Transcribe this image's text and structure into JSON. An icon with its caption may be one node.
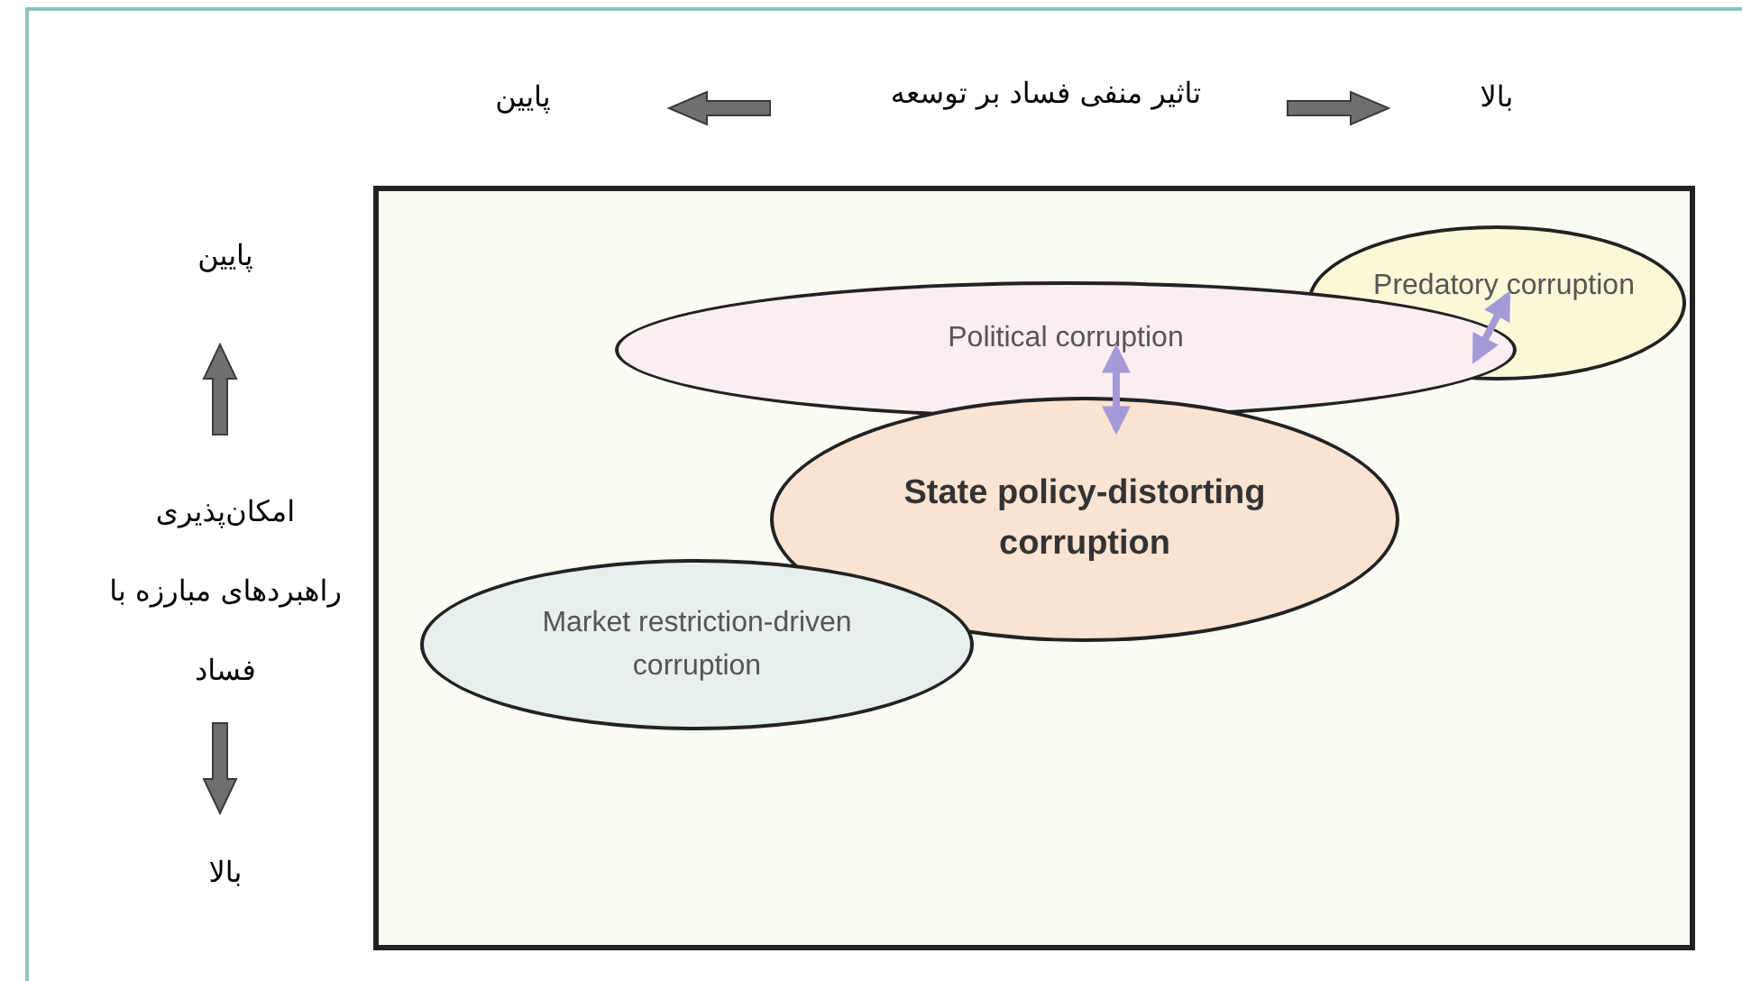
{
  "diagram": {
    "nodes": [
      {
        "text": [],
        "shape": "box"
      },
      {
        "text": [
          "Predatory corruption"
        ],
        "in": 0
      },
      {
        "text": [
          "Political corruption"
        ],
        "in": 0
      },
      {
        "text": [
          "State policy-distorting corruption"
        ],
        "in": 0
      },
      {
        "text": [
          "Market restriction-driven corruption"
        ],
        "in": 0
      }
    ],
    "edges": [
      {
        "from": 2,
        "to": 3,
        "arrow": "both"
      },
      {
        "from": 2,
        "to": 1,
        "arrow": "both"
      }
    ],
    "labels": [
      "پایین",
      "تاثیر منفی فساد بر توسعه",
      "بالا",
      "پایین",
      "امکان‌پذیری راهبردهای مبارزه با فساد",
      "بالا"
    ]
  }
}
